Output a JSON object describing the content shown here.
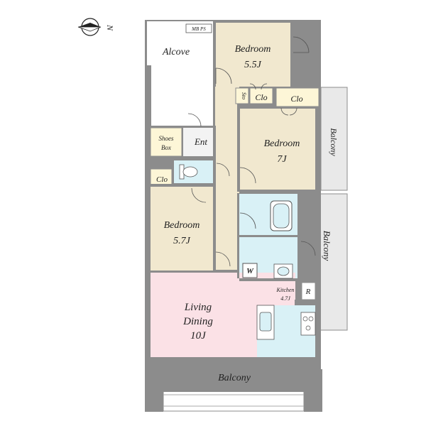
{
  "compass": {
    "north_label": "N"
  },
  "rooms": {
    "alcove": {
      "name": "Alcove"
    },
    "bedroom_top": {
      "name": "Bedroom",
      "size": "5.5J"
    },
    "bedroom_mid": {
      "name": "Bedroom",
      "size": "7J"
    },
    "bedroom_left": {
      "name": "Bedroom",
      "size": "5.7J"
    },
    "living": {
      "line1": "Living",
      "line2": "Dining",
      "size": "10J"
    },
    "kitchen": {
      "name": "Kitchen",
      "size": "4.7J"
    }
  },
  "labels": {
    "mbps": "MB PS",
    "sto": "Sto",
    "clo_a": "Clo",
    "clo_b": "Clo",
    "clo_left": "Clo",
    "shoes1": "Shoes",
    "shoes2": "Box",
    "ent": "Ent",
    "washer": "W",
    "fridge": "R"
  },
  "balconies": {
    "right_top": "Balcony",
    "right_mid": "Balcony",
    "bottom": "Balcony"
  },
  "colors": {
    "bedroom": "#f1e8cf",
    "corridor": "#f1e8cf",
    "living": "#fbe1e6",
    "wet": "#d9f1f6",
    "balcony": "#e9e9e9",
    "wall": "#8c8c8c",
    "closet": "#fdf6d7"
  }
}
